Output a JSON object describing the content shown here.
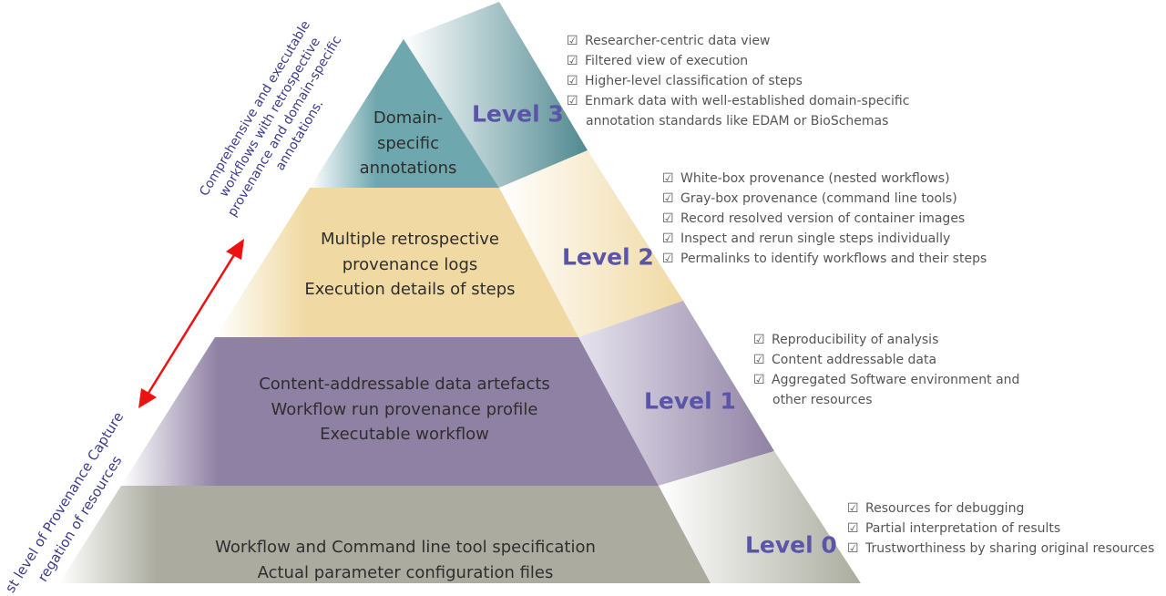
{
  "colors": {
    "level3": "#6fa7ae",
    "level2": "#f0d9a2",
    "level1": "#8f81a3",
    "level0": "#abac9f",
    "label": "#5a55a8",
    "arrow": "#ee1111",
    "annotation": "#3b3b8f"
  },
  "top_annotation": [
    "Comprehensive and executable",
    "workflows with retrospective",
    "provenance and domain-specific",
    "annotations."
  ],
  "bottom_annotation": [
    "st level of Provenance Capture",
    "regation of resources"
  ],
  "checkbox_icon": "☑",
  "levels": [
    {
      "label": "Level 3",
      "front": [
        "Domain-",
        "specific",
        "annotations"
      ],
      "items": [
        "Researcher-centric data view",
        "Filtered view of execution",
        "Higher-level classification of steps",
        "Enmark data with well-established domain-specific"
      ],
      "continuation": "annotation standards like EDAM or BioSchemas"
    },
    {
      "label": "Level 2",
      "front": [
        "Multiple retrospective",
        "provenance logs",
        "Execution details of steps"
      ],
      "items": [
        "White-box provenance (nested workflows)",
        "Gray-box provenance (command line tools)",
        "Record resolved version of container images",
        "Inspect and rerun single steps individually",
        "Permalinks to identify workflows and their steps"
      ]
    },
    {
      "label": "Level 1",
      "front": [
        "Content-addressable data artefacts",
        "Workflow run provenance profile",
        "Executable workflow"
      ],
      "items": [
        "Reproducibility of analysis",
        "Content addressable data",
        "Aggregated Software environment and"
      ],
      "continuation": "other resources"
    },
    {
      "label": "Level 0",
      "front": [
        "Workflow and Command line tool specification",
        "Actual parameter configuration files"
      ],
      "items": [
        "Resources for debugging",
        "Partial interpretation of results",
        "Trustworthiness by sharing original resources"
      ]
    }
  ]
}
